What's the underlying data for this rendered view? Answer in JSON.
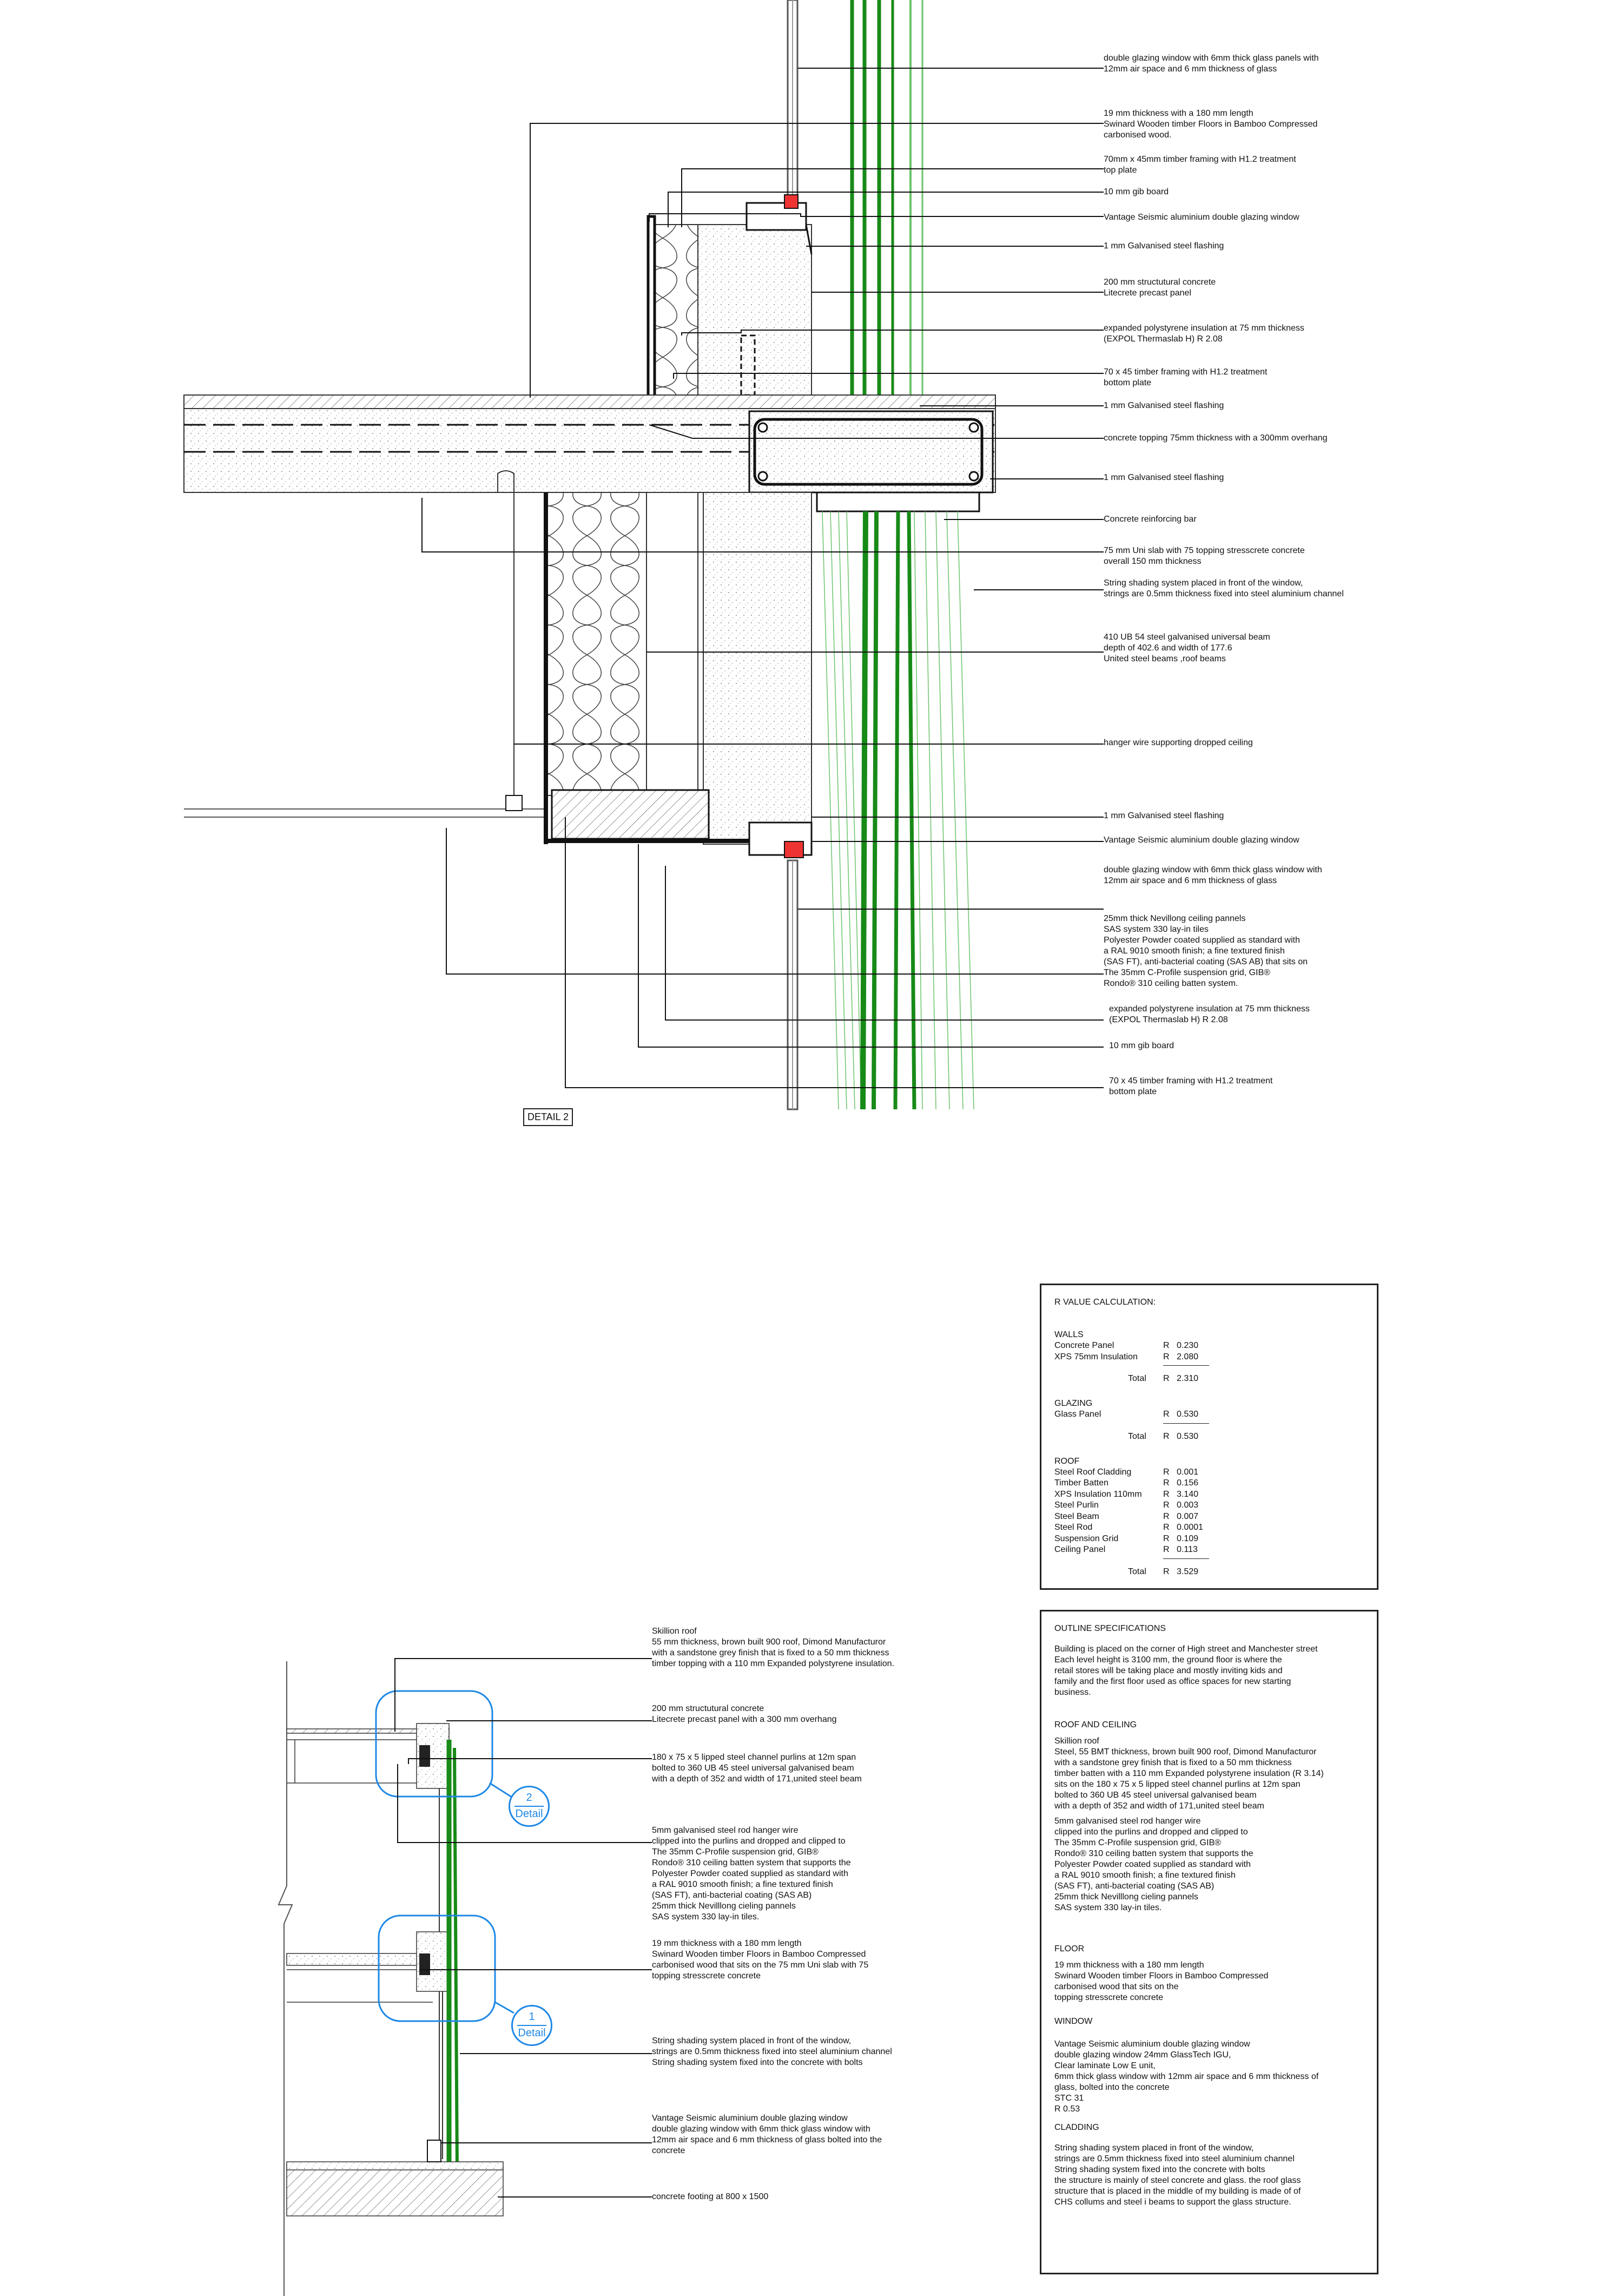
{
  "detail2": {
    "tag": "DETAIL 2",
    "labels": [
      "double glazing window with 6mm thick glass panels with\n12mm air space and 6 mm thickness of glass",
      "19 mm thickness with a 180 mm length\nSwinard Wooden timber Floors in Bamboo Compressed\ncarbonised wood.",
      "70mm x  45mm timber framing with H1.2 treatment\ntop plate",
      "10 mm gib board",
      "Vantage Seismic aluminium double glazing window",
      "1 mm Galvanised steel flashing",
      "200 mm structutural concrete\nLitecrete precast panel",
      "expanded polystyrene insulation at 75 mm thickness\n(EXPOL Thermaslab H) R 2.08",
      "70 x  45 timber framing with H1.2 treatment\nbottom plate",
      "1 mm Galvanised steel flashing",
      "concrete topping 75mm thickness with a 300mm overhang",
      "1 mm Galvanised steel flashing",
      "Concrete reinforcing bar",
      "75 mm Uni slab with 75 topping stresscrete concrete\noverall 150 mm thickness",
      "String shading system placed in front of the window,\nstrings are 0.5mm thickness fixed into steel aluminium channel",
      "410 UB 54 steel galvanised universal beam\ndepth of 402.6 and width of 177.6\nUnited steel beams ,roof beams",
      "hanger wire supporting dropped ceiling",
      "1 mm Galvanised steel flashing",
      "Vantage Seismic aluminium double glazing window",
      "double glazing window with 6mm thick glass window with\n12mm air space and 6 mm thickness of glass",
      "25mm thick Nevillong ceiling pannels\nSAS system 330 lay-in tiles\nPolyester Powder coated supplied as standard with\na RAL 9010 smooth finish; a fine textured finish\n(SAS FT), anti-bacterial coating (SAS AB) that sits on\nThe 35mm C-Profile suspension grid, GIB®\nRondo® 310 ceiling batten system.",
      "expanded polystyrene insulation at 75 mm thickness\n(EXPOL Thermaslab H) R 2.08",
      "10 mm gib board",
      "70 x  45 timber framing with H1.2 treatment\nbottom plate"
    ]
  },
  "section": {
    "labels": [
      "Skillion roof\n55 mm thickness, brown built 900 roof, Dimond Manufacturor\nwith a sandstone grey finish that is fixed to a 50 mm thickness\ntimber topping with a 110 mm Expanded polystyrene insulation.",
      "200 mm structutural concrete\nLitecrete precast panel with a 300 mm overhang",
      "180 x 75 x 5 lipped steel channel purlins at 12m span\nbolted to 360 UB 45 steel universal galvanised beam\nwith a depth of 352 and width of 171,united steel beam",
      "5mm galvanised steel rod hanger wire\nclipped into the purlins and dropped and clipped to\nThe 35mm C-Profile suspension grid, GIB®\nRondo® 310 ceiling batten system that supports the\nPolyester Powder coated supplied as standard with\na RAL 9010 smooth finish; a fine textured finish\n(SAS FT), anti-bacterial coating (SAS AB)\n25mm thick Nevilllong cieling pannels\nSAS system 330 lay-in tiles.",
      "19 mm thickness with a 180 mm length\nSwinard Wooden timber Floors in Bamboo Compressed\ncarbonised wood that sits on the 75 mm Uni slab with 75\n topping stresscrete concrete",
      "String shading system placed in front of the window,\nstrings are 0.5mm thickness fixed into steel aluminium channel\nString shading system fixed into the concrete with bolts",
      "Vantage Seismic aluminium double glazing window\ndouble glazing window with 6mm thick glass window with\n12mm air space and 6 mm thickness of glass bolted into the\nconcrete",
      "concrete footing at 800 x 1500"
    ],
    "bubble2": {
      "num": "2",
      "text": "Detail"
    },
    "bubble1": {
      "num": "1",
      "text": "Detail"
    }
  },
  "rvalue": {
    "title": "R VALUE CALCULATION:",
    "walls": {
      "heading": "WALLS",
      "rows": [
        [
          "Concrete Panel",
          "R",
          "0.230"
        ],
        [
          "XPS 75mm Insulation",
          "R",
          "2.080"
        ]
      ],
      "total": [
        "Total",
        "R",
        "2.310"
      ]
    },
    "glazing": {
      "heading": "GLAZING",
      "rows": [
        [
          "Glass Panel",
          "R",
          "0.530"
        ]
      ],
      "total": [
        "Total",
        "R",
        "0.530"
      ]
    },
    "roof": {
      "heading": "ROOF",
      "rows": [
        [
          "Steel Roof Cladding",
          "R",
          "0.001"
        ],
        [
          "Timber Batten",
          "R",
          "0.156"
        ],
        [
          "XPS Insulation 110mm",
          "R",
          "3.140"
        ],
        [
          "Steel Purlin",
          "R",
          "0.003"
        ],
        [
          "Steel Beam",
          "R",
          "0.007"
        ],
        [
          "Steel Rod",
          "R",
          "0.0001"
        ],
        [
          "Suspension Grid",
          "R",
          "0.109"
        ],
        [
          "Ceiling Panel",
          "R",
          "0.113"
        ]
      ],
      "total": [
        "Total",
        "R",
        "3.529"
      ]
    }
  },
  "outline": {
    "title": "OUTLINE SPECIFICATIONS",
    "intro": "Building is placed on the corner of High street and Manchester street\nEach level height is 3100 mm, the ground floor is where the\nretail stores will be taking place and mostly inviting kids and\nfamily and the first floor used as office spaces for new starting\nbusiness.",
    "roof_heading": "ROOF AND CEILING",
    "roof_text": "Skillion roof\nSteel, 55 BMT thickness, brown built 900 roof, Dimond Manufacturor\nwith a sandstone grey finish that is fixed to a 50 mm thickness\ntimber batten with a 110 mm Expanded polystyrene insulation (R 3.14)\nsits on the 180 x 75 x 5 lipped steel channel purlins at 12m span\nbolted to 360 UB 45 steel universal galvanised beam\nwith a depth of 352 and width of 171,united steel beam",
    "roof_text2": "5mm galvanised steel rod hanger wire\nclipped into the purlins and dropped and clipped to\nThe 35mm C-Profile suspension grid, GIB®\nRondo® 310 ceiling batten system that supports the\nPolyester Powder coated supplied as standard with\na RAL 9010 smooth finish; a fine textured finish\n(SAS FT), anti-bacterial coating (SAS AB)\n25mm thick Nevilllong cieling pannels\nSAS system 330 lay-in tiles.",
    "floor_heading": "FLOOR",
    "floor_text": "19 mm thickness with a 180 mm length\nSwinard Wooden timber Floors in Bamboo Compressed\ncarbonised wood that sits on the\n topping stresscrete concrete",
    "window_heading": "WINDOW",
    "window_text": "Vantage Seismic aluminium double glazing window\ndouble glazing window 24mm GlassTech IGU,\nClear laminate Low E unit,\n6mm thick glass window with 12mm air space and 6 mm thickness of\nglass, bolted into the concrete\nSTC 31\nR 0.53",
    "cladding_heading": "CLADDING",
    "cladding_text": "String shading system placed in front of the window,\nstrings are 0.5mm thickness fixed into steel aluminium channel\nString shading system fixed into the concrete with bolts\nthe structure is mainly of steel concrete and glass. the roof glass\n structure that is placed in the middle of my building is made of of\nCHS collums and steel i beams to support the glass structure."
  },
  "colors": {
    "green": "#178a17",
    "light_green": "#6cc36c",
    "blue": "#1e88e5"
  }
}
